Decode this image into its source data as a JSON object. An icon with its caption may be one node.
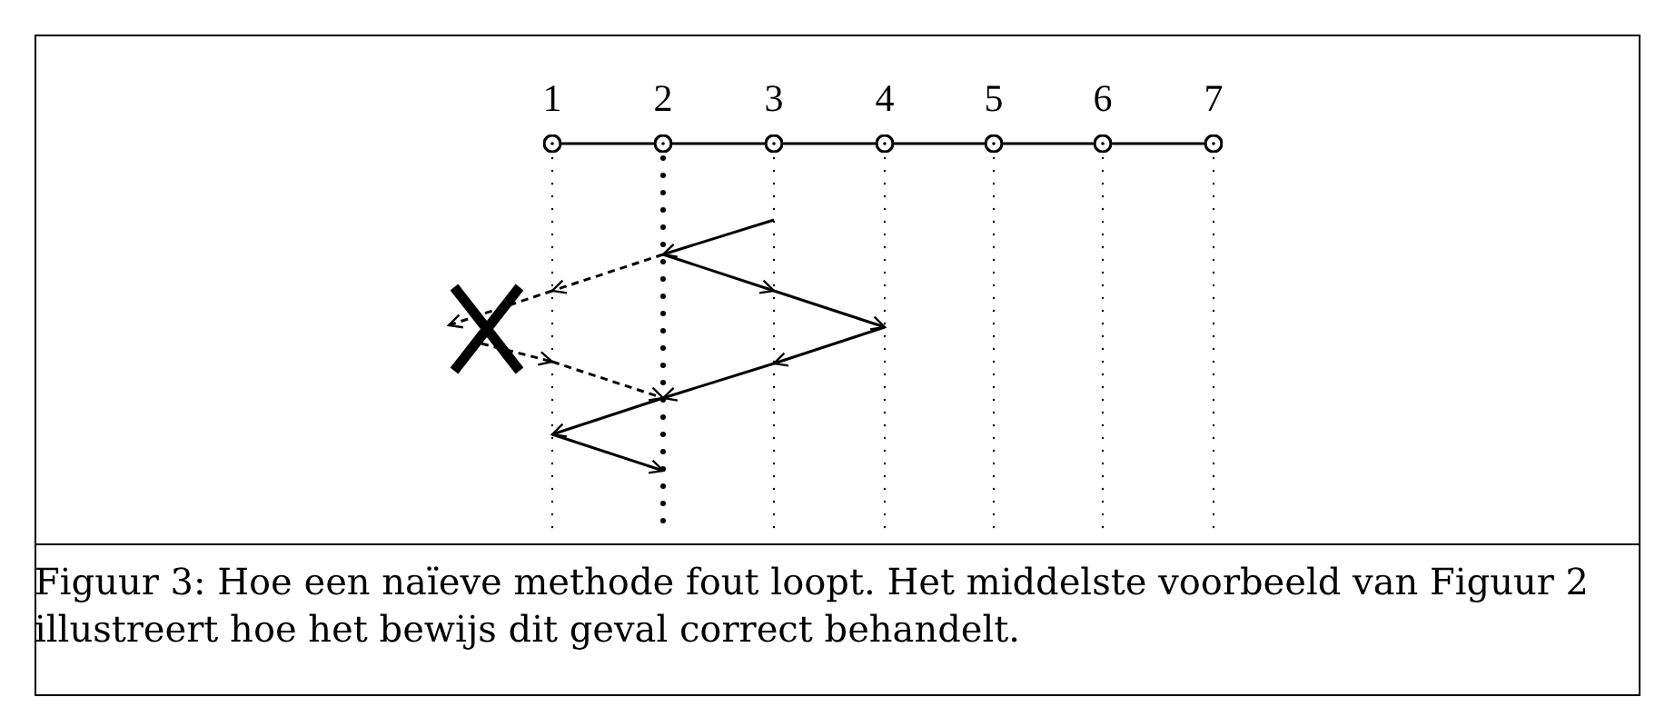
{
  "diagram": {
    "caption": "Figuur 3: Hoe een naïeve methode fout loopt. Het middelste voorbeeld van Figuur 2 illustreert hoe het bewijs dit geval correct behandelt.",
    "nodes": [
      {
        "text": [
          "1"
        ]
      },
      {
        "text": [
          "2"
        ]
      },
      {
        "text": [
          "3"
        ]
      },
      {
        "text": [
          "4"
        ]
      },
      {
        "text": [
          "5"
        ]
      },
      {
        "text": [
          "6"
        ]
      },
      {
        "text": [
          "7"
        ]
      }
    ],
    "edges": [
      {
        "from": 0,
        "to": 1,
        "arrow": "none"
      },
      {
        "from": 1,
        "to": 2,
        "arrow": "none"
      },
      {
        "from": 2,
        "to": 3,
        "arrow": "none"
      },
      {
        "from": 3,
        "to": 4,
        "arrow": "none"
      },
      {
        "from": 4,
        "to": 5,
        "arrow": "none"
      },
      {
        "from": 5,
        "to": 6,
        "arrow": "none"
      }
    ]
  }
}
